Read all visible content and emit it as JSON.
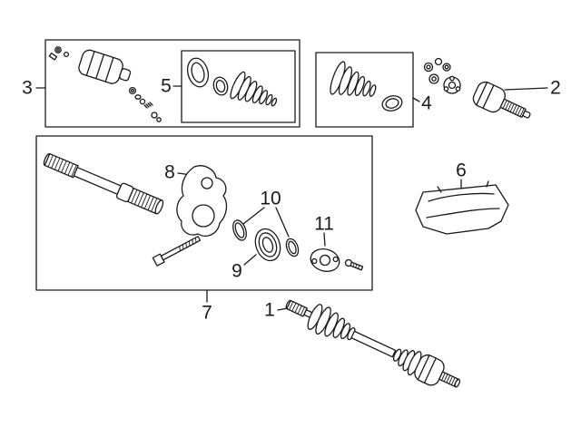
{
  "colors": {
    "ink": "#1a1a1a",
    "background": "#ffffff"
  },
  "callouts": [
    {
      "label": "1"
    },
    {
      "label": "2"
    },
    {
      "label": "3"
    },
    {
      "label": "4"
    },
    {
      "label": "5"
    },
    {
      "label": "6"
    },
    {
      "label": "7"
    },
    {
      "label": "8"
    },
    {
      "label": "9"
    },
    {
      "label": "10"
    },
    {
      "label": "11"
    }
  ]
}
